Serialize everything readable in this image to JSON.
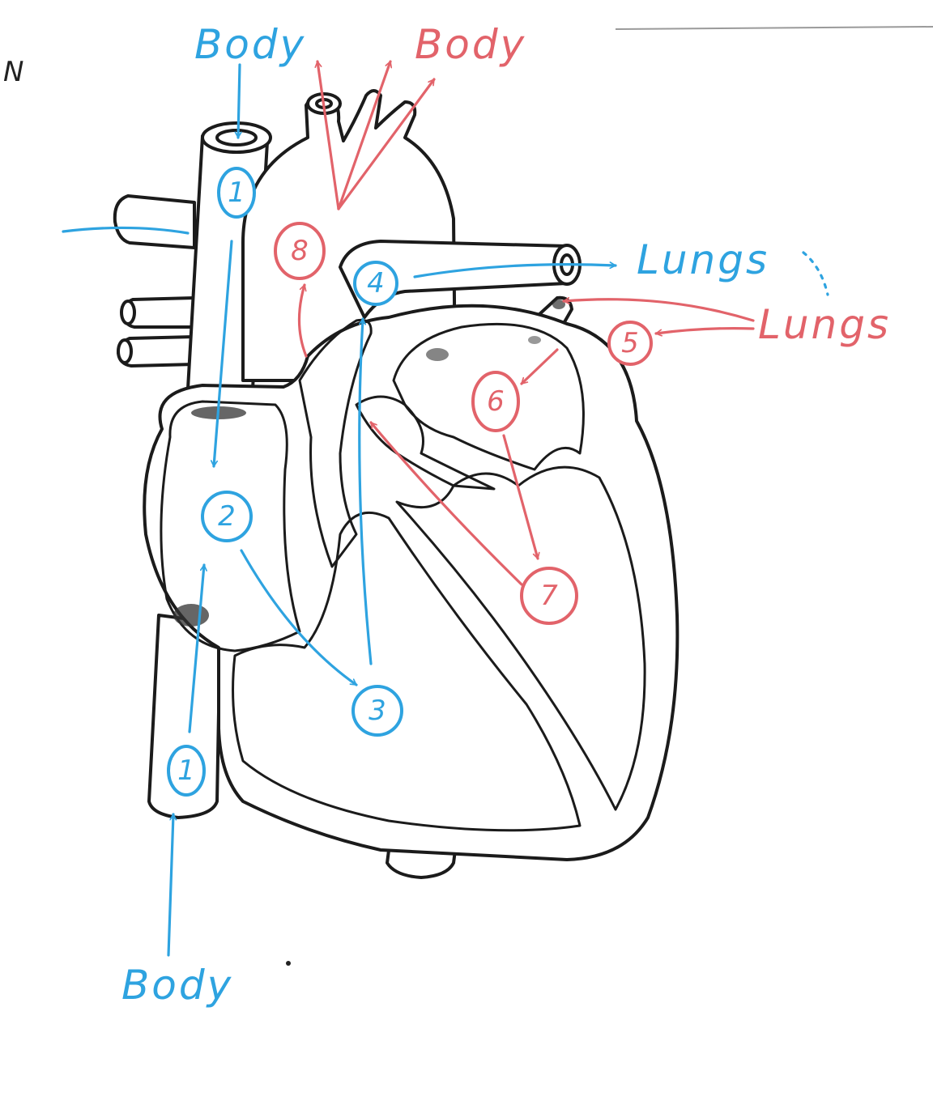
{
  "colors": {
    "deoxygenated_blue": "#2ea3e0",
    "oxygenated_red": "#e2636a",
    "outline": "#1b1b1b"
  },
  "corner_mark": "N",
  "labels": {
    "body_top_blue": "Body",
    "body_top_red": "Body",
    "body_bottom_blue": "Body",
    "lungs_blue": "Lungs",
    "lungs_red": "Lungs"
  },
  "steps": [
    {
      "id": "1-top",
      "number": "1"
    },
    {
      "id": "1-bottom",
      "number": "1"
    },
    {
      "id": "2",
      "number": "2"
    },
    {
      "id": "3",
      "number": "3"
    },
    {
      "id": "4",
      "number": "4"
    },
    {
      "id": "5",
      "number": "5"
    },
    {
      "id": "6",
      "number": "6"
    },
    {
      "id": "7",
      "number": "7"
    },
    {
      "id": "8",
      "number": "8"
    }
  ]
}
